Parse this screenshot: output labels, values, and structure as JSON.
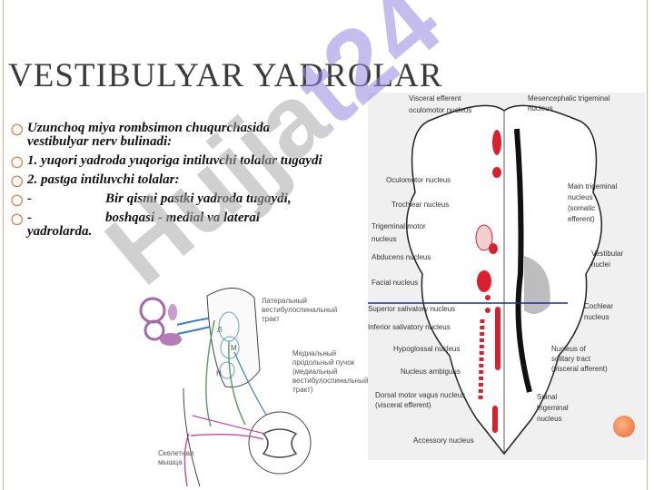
{
  "slide": {
    "title": "VESTIBULYAR YADROLAR",
    "bullets": [
      {
        "text": "Uzunchoq miya rombsimon chuqurchasida vestibulyar nerv bulinadi:",
        "prefix": ""
      },
      {
        "text": " 1. yuqori yadroda yuqoriga intiluvchi tolalar tugaydi",
        "prefix": ""
      },
      {
        "text": " 2. pastga intiluvchi tolalar:",
        "prefix": ""
      },
      {
        "text": "Bir qismi pastki yadroda tugaydi,",
        "prefix": "-"
      },
      {
        "text": "boshqasi - medial va lateral yadrolarda.",
        "prefix": "-"
      }
    ]
  },
  "watermark": {
    "text": "Hujjat24"
  },
  "left_figure": {
    "labels": {
      "lateral_tract": "Латеральный вестибулоспинальный тракт",
      "medial_bundle": "Медиальный продольный пучок (медиальный вестибулоспинальный тракт)",
      "skeletal_muscle": "Скелетная мышца",
      "nucleus_l": "Л",
      "nucleus_m": "М",
      "nucleus_n": "Н"
    }
  },
  "right_figure": {
    "labels": {
      "visceral_efferent": "Visceral efferent",
      "oculomotor_nucleus_top": "oculomotor nucleus",
      "mesencephalic": "Mesencephalic trigeminal nucleus",
      "oculomotor": "Oculomotor nucleus",
      "trochlear": "Trochlear nucleus",
      "main_trigeminal": "Main trigeminal nucleus (somatic efferent)",
      "trigeminal_motor": "Trigeminal motor nucleus",
      "abducens": "Abducens nucleus",
      "vestibular": "Vestibular nuclei",
      "facial": "Facial nucleus",
      "superior_salivatory": "Superior salivatory nucleus",
      "cochlear": "Cochlear nucleus",
      "inferior_salivatory": "Inferior salivatory nucleus",
      "hypoglossal": "Hypoglossal nucleus",
      "solitary": "Nucleus of solitary tract (visceral afferent)",
      "ambiguus": "Nucleus ambiguus",
      "dorsal_vagus": "Dorsal motor vagus nucleus (visceral efferent)",
      "spinal_trigeminal": "Spinal trigeminal nucleus",
      "accessory": "Accessory nucleus"
    }
  },
  "colors": {
    "accent": "#e07b3c",
    "frame": "#e8a98e",
    "nucleus_red": "#d8202e",
    "title": "#3b3b3b"
  }
}
